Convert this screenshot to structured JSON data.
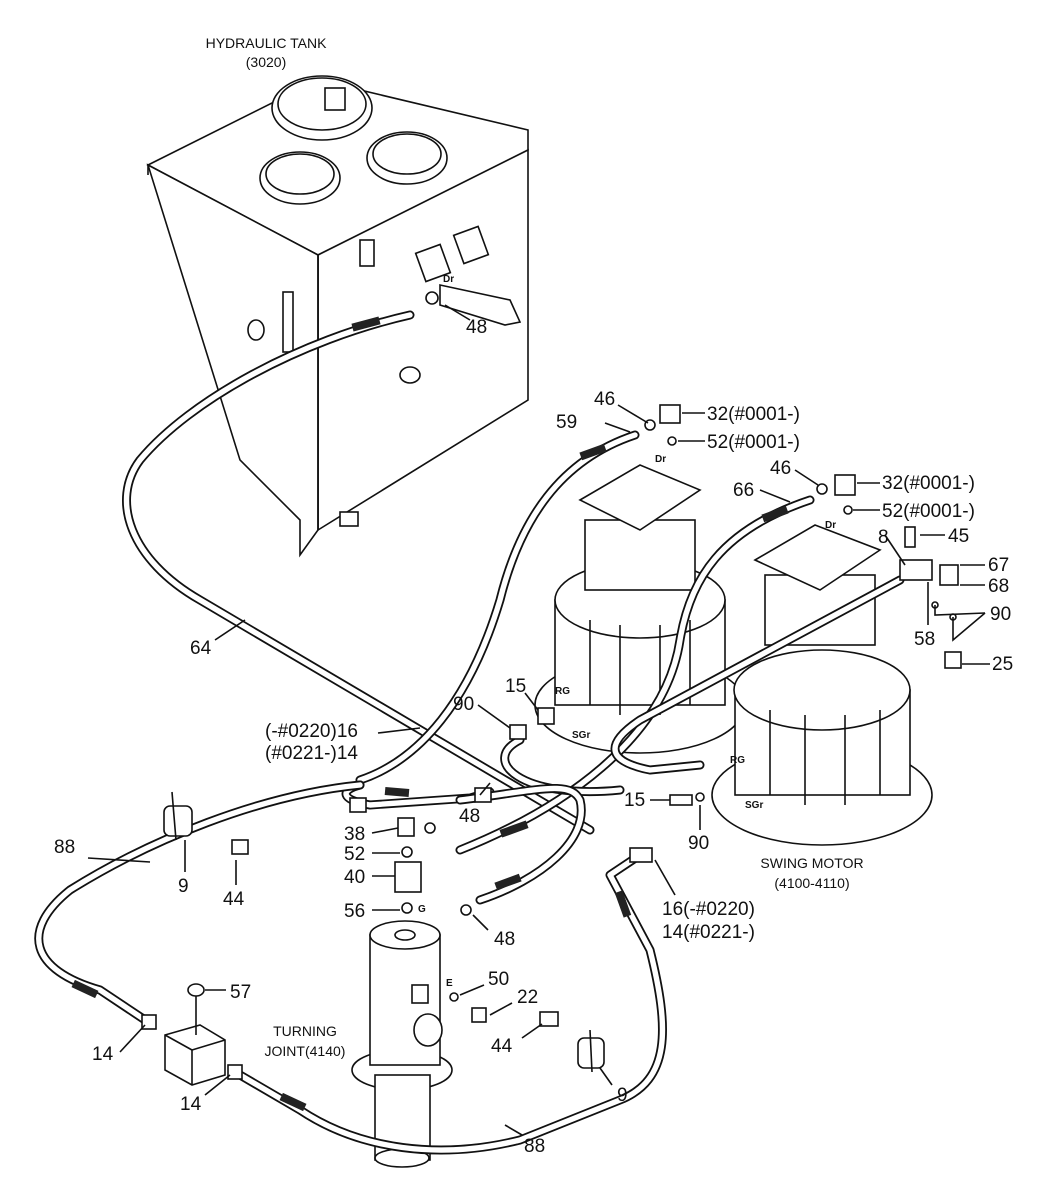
{
  "titles": {
    "hydraulic_tank": "HYDRAULIC TANK",
    "hydraulic_tank_code": "(3020)",
    "swing_motor": "SWING MOTOR",
    "swing_motor_code": "(4100-4110)",
    "turning_joint_1": "TURNING",
    "turning_joint_2": "JOINT(4140)"
  },
  "port_labels": {
    "dr_tank": "Dr",
    "dr_motor_left": "Dr",
    "dr_motor_right": "Dr",
    "rg_left": "RG",
    "sgr_left": "SGr",
    "rg_right": "RG",
    "sgr_right": "SGr",
    "g_joint": "G",
    "e_joint": "E"
  },
  "callouts": {
    "c48_tank": "48",
    "c46_a": "46",
    "c32_a": "32(#0001-)",
    "c59": "59",
    "c52_a": "52(#0001-)",
    "c46_b": "46",
    "c32_b": "32(#0001-)",
    "c66": "66",
    "c52_b": "52(#0001-)",
    "c8": "8",
    "c45": "45",
    "c67": "67",
    "c68": "68",
    "c90_right": "90",
    "c58": "58",
    "c25": "25",
    "c64": "64",
    "c15_top": "15",
    "c90_left": "90",
    "c16_a": "(-#0220)16",
    "c14_a": "(#0221-)14",
    "c15_mid": "15",
    "c48_mid": "48",
    "c38": "38",
    "c52_c": "52",
    "c40": "40",
    "c56": "56",
    "c90_mid": "90",
    "c48_low": "48",
    "c88_left": "88",
    "c9_left": "9",
    "c44_left": "44",
    "c16_b": "16(-#0220)",
    "c14_b": "14(#0221-)",
    "c50": "50",
    "c22": "22",
    "c57": "57",
    "c44_right": "44",
    "c14_left": "14",
    "c14_bottom": "14",
    "c9_right": "9",
    "c88_bottom": "88"
  }
}
